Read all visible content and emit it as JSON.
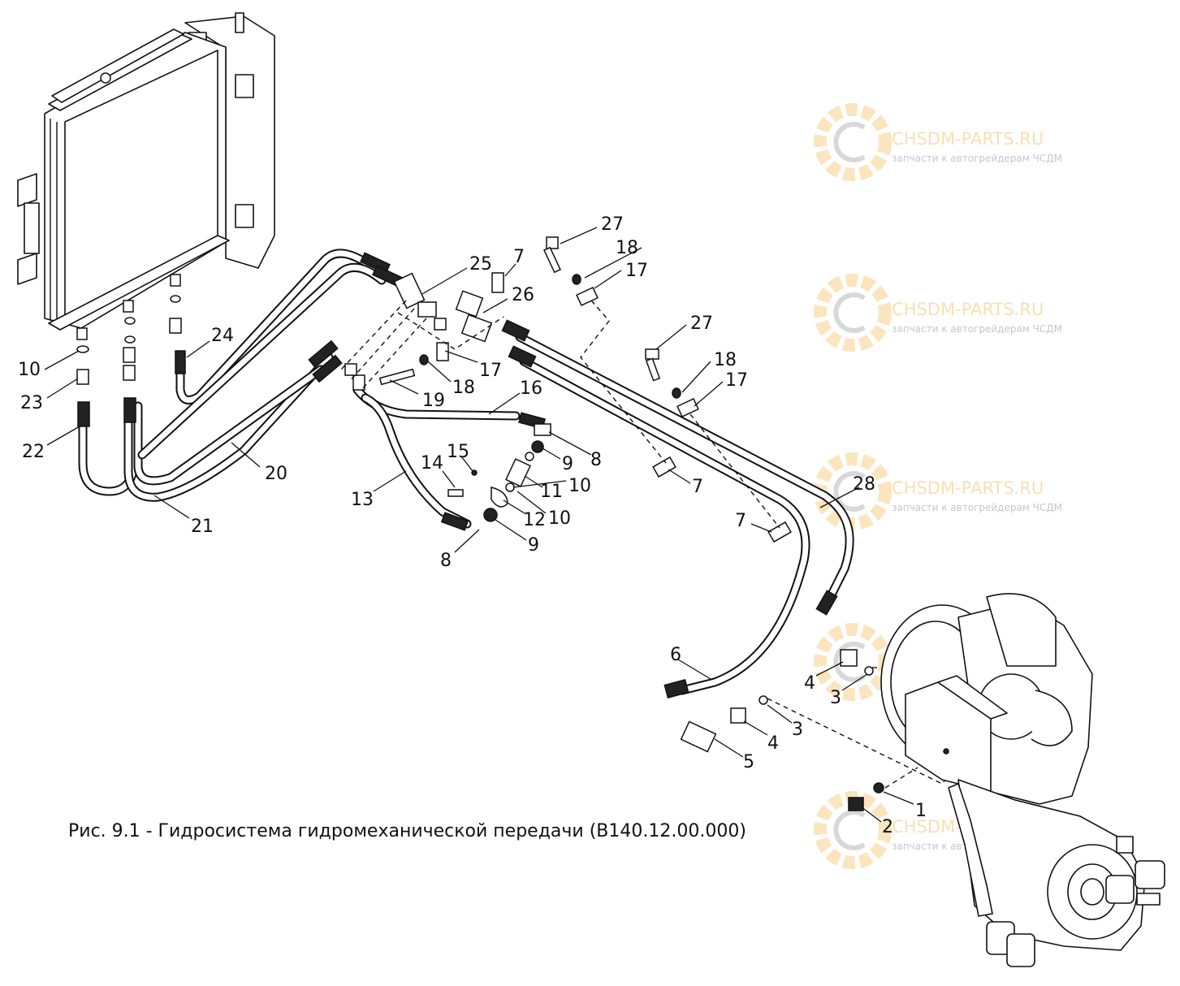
{
  "caption": "Рис. 9.1 - Гидросистема гидромеханической передачи (В140.12.00.000)",
  "watermark": {
    "brand": "CHSDM-PARTS.RU",
    "subtitle": "запчасти к автогрейдерам ЧСДМ",
    "logo_icon": "gear-c-logo-icon",
    "color": "#f5c46b"
  },
  "callouts": [
    "27",
    "18",
    "17",
    "25",
    "7",
    "26",
    "27",
    "18",
    "17",
    "24",
    "17",
    "18",
    "19",
    "16",
    "10",
    "23",
    "22",
    "20",
    "21",
    "8",
    "9",
    "15",
    "14",
    "11",
    "10",
    "13",
    "12",
    "10",
    "9",
    "8",
    "7",
    "28",
    "7",
    "6",
    "4",
    "3",
    "3",
    "4",
    "5",
    "1",
    "2"
  ],
  "components": {
    "radiator": "oil-cooler-radiator",
    "transmission": "hydromechanical-transmission-unit"
  }
}
